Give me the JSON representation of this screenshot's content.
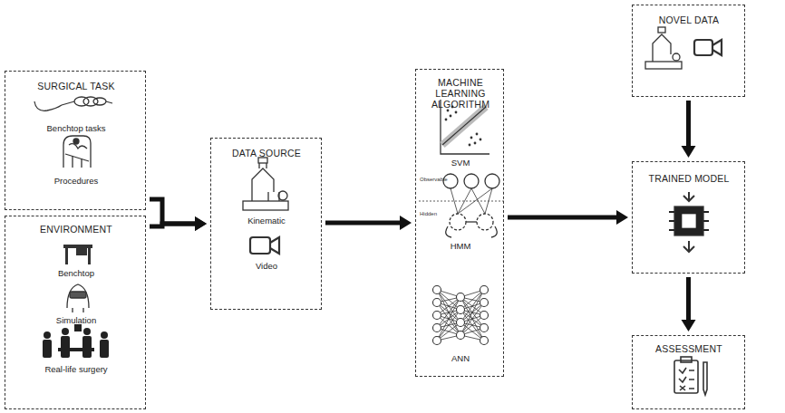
{
  "diagram": {
    "nodes": [
      {
        "text": [
          "SURGICAL TASK",
          "Benchtop tasks",
          "Procedures"
        ]
      },
      {
        "text": [
          "ENVIRONMENT",
          "Benchtop",
          "Simulation",
          "Real-life surgery"
        ]
      },
      {
        "text": [
          "DATA SOURCE",
          "Kinematic",
          "Video"
        ]
      },
      {
        "text": [
          "MACHINE LEARNING ALGORITHM",
          "SVM",
          "HMM",
          "ANN"
        ]
      },
      {
        "text": [
          "NOVEL DATA"
        ]
      },
      {
        "text": [
          "TRAINED MODEL"
        ]
      },
      {
        "text": [
          "ASSESSMENT"
        ]
      }
    ],
    "edges": [
      {
        "from": 0,
        "to": 2,
        "arrow": "to"
      },
      {
        "from": 1,
        "to": 2,
        "arrow": "to"
      },
      {
        "from": 2,
        "to": 3,
        "arrow": "to"
      },
      {
        "from": 3,
        "to": 5,
        "arrow": "to"
      },
      {
        "from": 4,
        "to": 5,
        "arrow": "to"
      },
      {
        "from": 5,
        "to": 6,
        "arrow": "to"
      }
    ],
    "labels": [
      "Observable",
      "Hidden"
    ]
  }
}
